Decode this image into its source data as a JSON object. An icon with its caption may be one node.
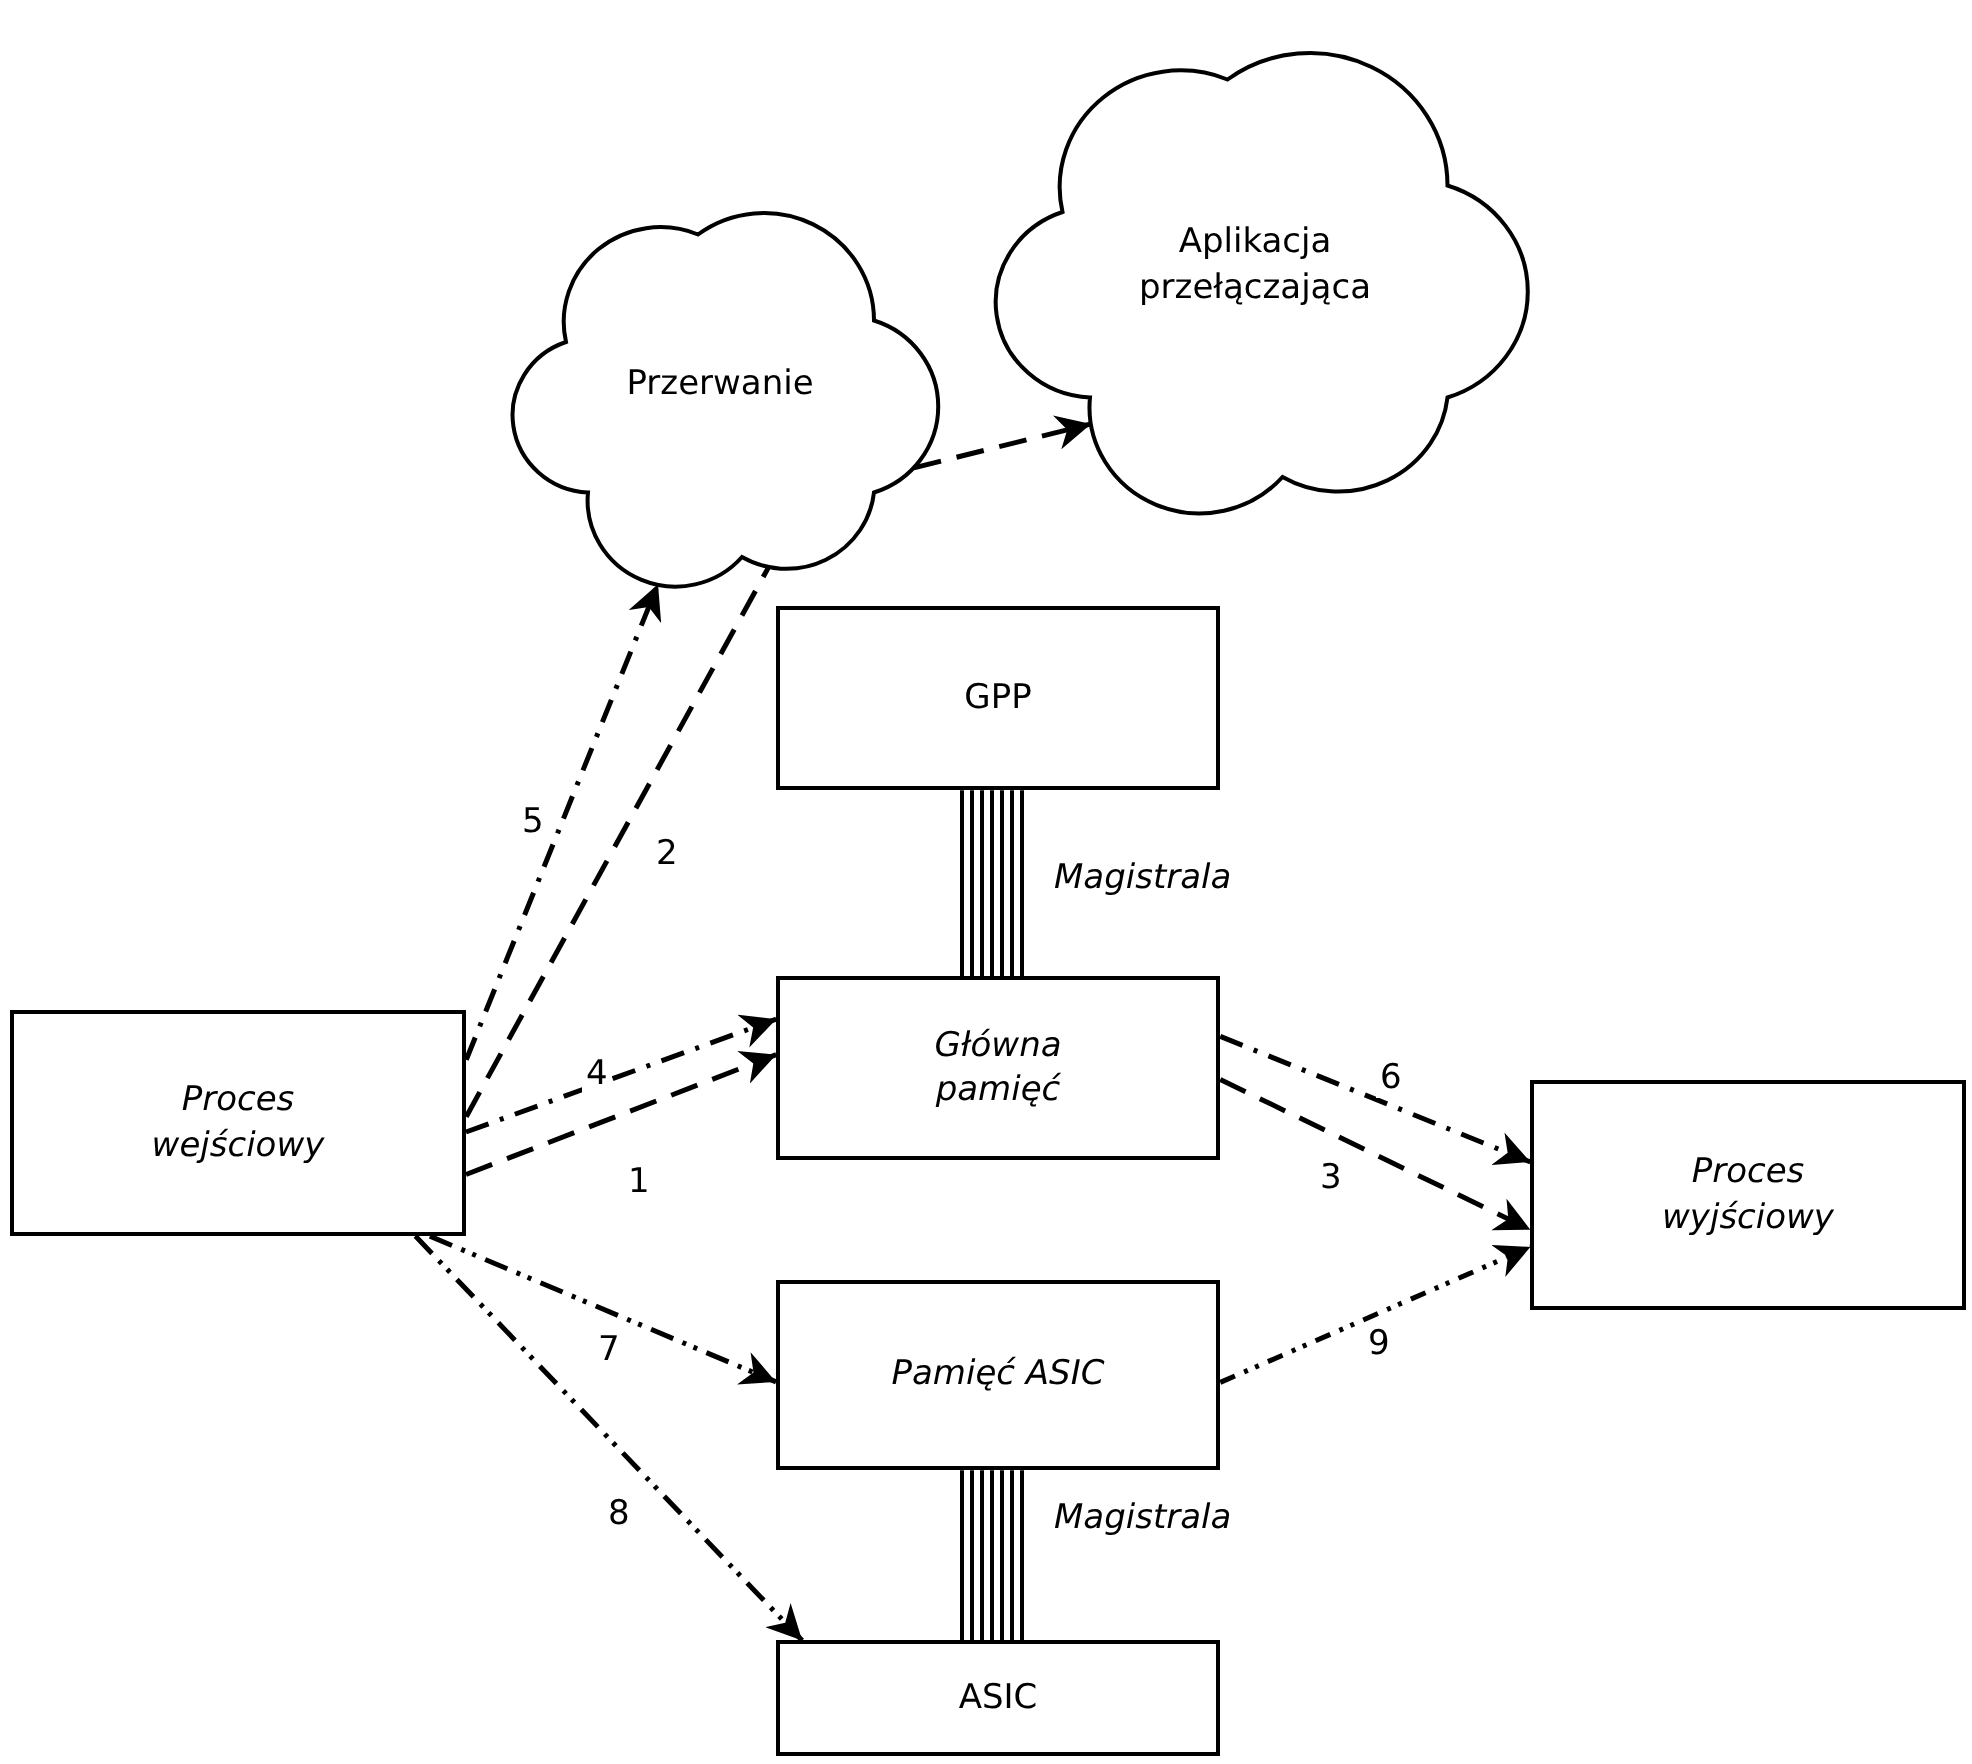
{
  "diagram": {
    "nodes": [
      {
        "text": [
          "Proces wejściowy"
        ]
      },
      {
        "text": [
          "Przerwanie"
        ]
      },
      {
        "text": [
          "Aplikacja przełączająca"
        ]
      },
      {
        "text": [
          "GPP"
        ]
      },
      {
        "text": [
          "Główna pamięć"
        ]
      },
      {
        "text": [
          "Pamięć ASIC"
        ]
      },
      {
        "text": [
          "ASIC"
        ]
      },
      {
        "text": [
          "Proces wyjściowy"
        ]
      }
    ],
    "edges": [
      {
        "from": 0,
        "to": 4,
        "arrow": "to",
        "label": "1",
        "style": "dashed"
      },
      {
        "from": 0,
        "to": 1,
        "arrow": "none",
        "label": "2",
        "style": "dashed"
      },
      {
        "from": 1,
        "to": 2,
        "arrow": "to",
        "style": "dashed"
      },
      {
        "from": 4,
        "to": 7,
        "arrow": "to",
        "label": "3",
        "style": "dashed"
      },
      {
        "from": 0,
        "to": 4,
        "arrow": "to",
        "label": "4",
        "style": "dashed"
      },
      {
        "from": 0,
        "to": 1,
        "arrow": "to",
        "label": "5",
        "style": "dashed"
      },
      {
        "from": 4,
        "to": 7,
        "arrow": "to",
        "label": "6",
        "style": "dashed"
      },
      {
        "from": 0,
        "to": 5,
        "arrow": "to",
        "label": "7",
        "style": "dashed"
      },
      {
        "from": 0,
        "to": 6,
        "arrow": "to",
        "label": "8",
        "style": "dashed"
      },
      {
        "from": 5,
        "to": 7,
        "arrow": "to",
        "label": "9",
        "style": "dashed"
      },
      {
        "from": 3,
        "to": 4,
        "arrow": "none",
        "label": "Magistrala",
        "style": "thick"
      },
      {
        "from": 5,
        "to": 6,
        "arrow": "none",
        "label": "Magistrala",
        "style": "thick"
      }
    ]
  }
}
